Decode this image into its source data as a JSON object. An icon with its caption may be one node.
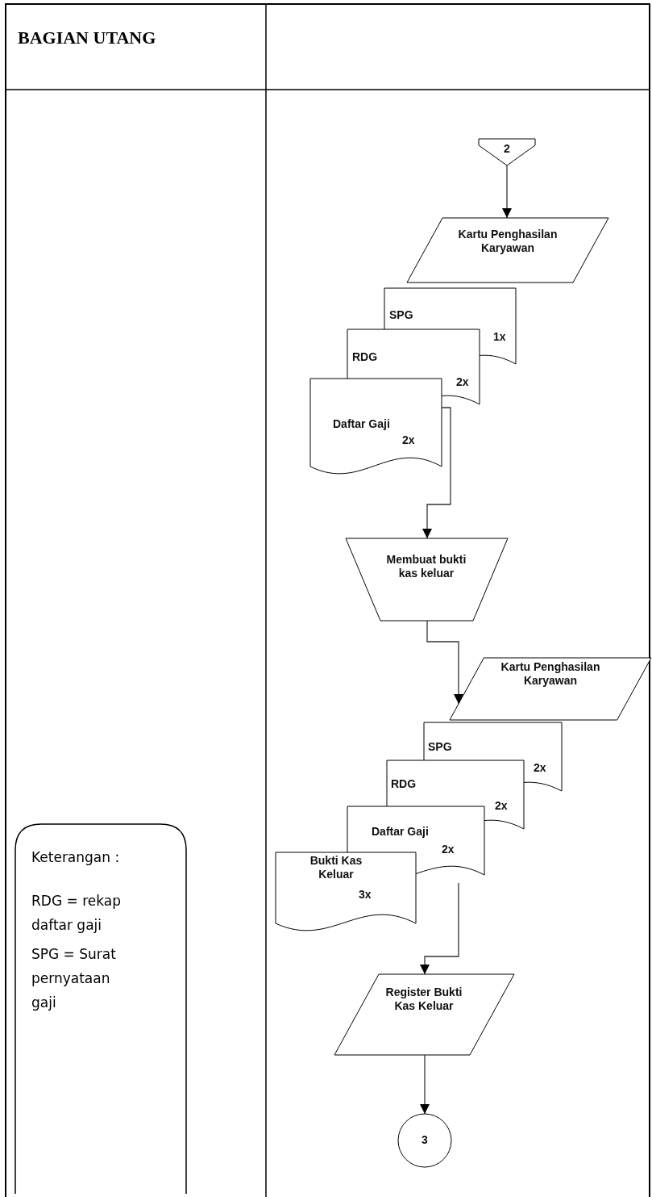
{
  "diagram": {
    "nodes": [
      {
        "text": [
          "2"
        ]
      },
      {
        "text": [
          "Kartu Penghasilan Karyawan"
        ]
      },
      {
        "text": [
          "SPG",
          "1x"
        ]
      },
      {
        "text": [
          "RDG",
          "2x"
        ]
      },
      {
        "text": [
          "Daftar Gaji",
          "2x"
        ]
      },
      {
        "text": [
          "Membuat bukti kas keluar"
        ]
      },
      {
        "text": [
          "Kartu Penghasilan Karyawan"
        ]
      },
      {
        "text": [
          "SPG",
          "2x"
        ]
      },
      {
        "text": [
          "RDG",
          "2x"
        ]
      },
      {
        "text": [
          "Daftar Gaji",
          "2x"
        ]
      },
      {
        "text": [
          "Bukti Kas Keluar",
          "3x"
        ]
      },
      {
        "text": [
          "Register Bukti Kas Keluar"
        ]
      },
      {
        "text": [
          "3"
        ]
      },
      {
        "text": [
          "Keterangan :",
          "RDG = rekap daftar gaji",
          "SPG = Surat pernyataan gaji"
        ]
      }
    ],
    "edges": [
      {
        "from": 0,
        "to": 1,
        "arrow": "to"
      },
      {
        "from": 4,
        "to": 5,
        "arrow": "to"
      },
      {
        "from": 5,
        "to": 6,
        "arrow": "to"
      },
      {
        "from": 9,
        "to": 11,
        "arrow": "to"
      },
      {
        "from": 11,
        "to": 12,
        "arrow": "to"
      }
    ],
    "labels": [
      "BAGIAN UTANG"
    ]
  }
}
